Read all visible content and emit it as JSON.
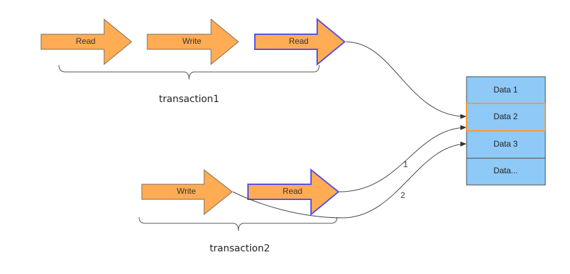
{
  "transactions": [
    {
      "caption": "transaction1",
      "operations": [
        {
          "label": "Read",
          "highlighted": false
        },
        {
          "label": "Write",
          "highlighted": false
        },
        {
          "label": "Read",
          "highlighted": true
        }
      ]
    },
    {
      "caption": "transaction2",
      "operations": [
        {
          "label": "Write",
          "highlighted": false
        },
        {
          "label": "Read",
          "highlighted": true
        }
      ]
    }
  ],
  "data_cells": [
    {
      "label": "Data 1",
      "highlighted": false
    },
    {
      "label": "Data 2",
      "highlighted": true
    },
    {
      "label": "Data 3",
      "highlighted": false
    },
    {
      "label": "Data...",
      "highlighted": false
    }
  ],
  "connector_labels": [
    "1",
    "2"
  ],
  "colors": {
    "operation_fill": "#ffac55",
    "operation_highlight_stroke": "#5a4fe0",
    "cell_fill": "#8ec9f7",
    "cell_highlight_stroke": "#ff9a2e"
  }
}
